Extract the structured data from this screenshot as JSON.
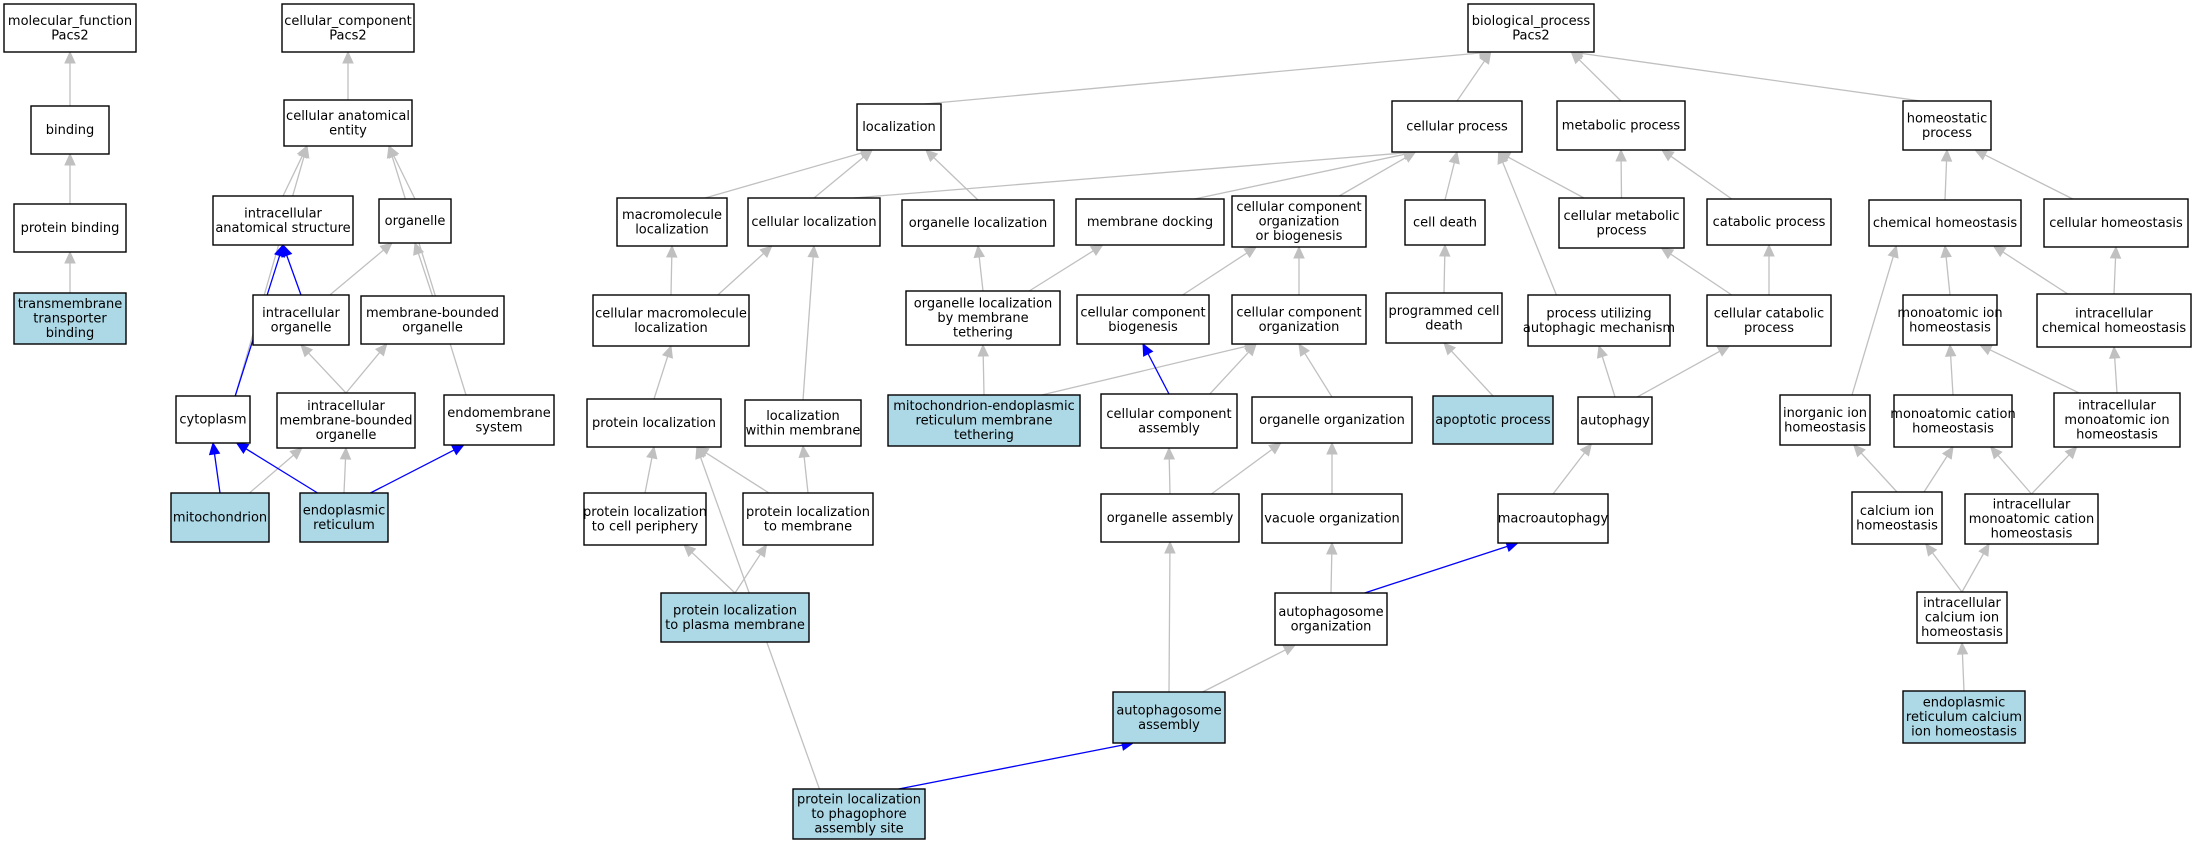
{
  "colors": {
    "node_fill": "#ffffff",
    "highlight_fill": "#add8e6",
    "node_border": "#000000",
    "edge_default": "#c0c0c0",
    "edge_highlight": "#0000ff"
  },
  "nodes": [
    {
      "id": "mf",
      "lines": [
        "molecular_function",
        "Pacs2"
      ],
      "highlight": false
    },
    {
      "id": "binding",
      "lines": [
        "binding"
      ],
      "highlight": false
    },
    {
      "id": "protbind",
      "lines": [
        "protein binding"
      ],
      "highlight": false
    },
    {
      "id": "tmtb",
      "lines": [
        "transmembrane",
        "transporter",
        "binding"
      ],
      "highlight": true
    },
    {
      "id": "cc",
      "lines": [
        "cellular_component",
        "Pacs2"
      ],
      "highlight": false
    },
    {
      "id": "cae",
      "lines": [
        "cellular anatomical",
        "entity"
      ],
      "highlight": false
    },
    {
      "id": "ias",
      "lines": [
        "intracellular",
        "anatomical structure"
      ],
      "highlight": false
    },
    {
      "id": "organelle",
      "lines": [
        "organelle"
      ],
      "highlight": false
    },
    {
      "id": "io",
      "lines": [
        "intracellular",
        "organelle"
      ],
      "highlight": false
    },
    {
      "id": "mbo",
      "lines": [
        "membrane-bounded",
        "organelle"
      ],
      "highlight": false
    },
    {
      "id": "cytoplasm",
      "lines": [
        "cytoplasm"
      ],
      "highlight": false
    },
    {
      "id": "imbo",
      "lines": [
        "intracellular",
        "membrane-bounded",
        "organelle"
      ],
      "highlight": false
    },
    {
      "id": "endosys",
      "lines": [
        "endomembrane",
        "system"
      ],
      "highlight": false
    },
    {
      "id": "mito",
      "lines": [
        "mitochondrion"
      ],
      "highlight": true
    },
    {
      "id": "er",
      "lines": [
        "endoplasmic",
        "reticulum"
      ],
      "highlight": true
    },
    {
      "id": "bp",
      "lines": [
        "biological_process",
        "Pacs2"
      ],
      "highlight": false
    },
    {
      "id": "loc",
      "lines": [
        "localization"
      ],
      "highlight": false
    },
    {
      "id": "cp",
      "lines": [
        "cellular process"
      ],
      "highlight": false
    },
    {
      "id": "mp",
      "lines": [
        "metabolic process"
      ],
      "highlight": false
    },
    {
      "id": "hp",
      "lines": [
        "homeostatic",
        "process"
      ],
      "highlight": false
    },
    {
      "id": "mml",
      "lines": [
        "macromolecule",
        "localization"
      ],
      "highlight": false
    },
    {
      "id": "cl",
      "lines": [
        "cellular localization"
      ],
      "highlight": false
    },
    {
      "id": "ol",
      "lines": [
        "organelle localization"
      ],
      "highlight": false
    },
    {
      "id": "md",
      "lines": [
        "membrane docking"
      ],
      "highlight": false
    },
    {
      "id": "ccob",
      "lines": [
        "cellular component",
        "organization",
        "or biogenesis"
      ],
      "highlight": false
    },
    {
      "id": "cd",
      "lines": [
        "cell death"
      ],
      "highlight": false
    },
    {
      "id": "cmp",
      "lines": [
        "cellular metabolic",
        "process"
      ],
      "highlight": false
    },
    {
      "id": "catp",
      "lines": [
        "catabolic process"
      ],
      "highlight": false
    },
    {
      "id": "chemh",
      "lines": [
        "chemical homeostasis"
      ],
      "highlight": false
    },
    {
      "id": "cellh",
      "lines": [
        "cellular homeostasis"
      ],
      "highlight": false
    },
    {
      "id": "cml",
      "lines": [
        "cellular macromolecule",
        "localization"
      ],
      "highlight": false
    },
    {
      "id": "olmt",
      "lines": [
        "organelle localization",
        "by membrane",
        "tethering"
      ],
      "highlight": false
    },
    {
      "id": "ccb",
      "lines": [
        "cellular component",
        "biogenesis"
      ],
      "highlight": false
    },
    {
      "id": "cco",
      "lines": [
        "cellular component",
        "organization"
      ],
      "highlight": false
    },
    {
      "id": "pcd",
      "lines": [
        "programmed cell",
        "death"
      ],
      "highlight": false
    },
    {
      "id": "puam",
      "lines": [
        "process utilizing",
        "autophagic mechanism"
      ],
      "highlight": false
    },
    {
      "id": "ccp",
      "lines": [
        "cellular catabolic",
        "process"
      ],
      "highlight": false
    },
    {
      "id": "mih",
      "lines": [
        "monoatomic ion",
        "homeostasis"
      ],
      "highlight": false
    },
    {
      "id": "ich",
      "lines": [
        "intracellular",
        "chemical homeostasis"
      ],
      "highlight": false
    },
    {
      "id": "pl",
      "lines": [
        "protein localization"
      ],
      "highlight": false
    },
    {
      "id": "lwm",
      "lines": [
        "localization",
        "within membrane"
      ],
      "highlight": false
    },
    {
      "id": "merm",
      "lines": [
        "mitochondrion-endoplasmic",
        "reticulum membrane",
        "tethering"
      ],
      "highlight": true
    },
    {
      "id": "cca",
      "lines": [
        "cellular component",
        "assembly"
      ],
      "highlight": false
    },
    {
      "id": "oo",
      "lines": [
        "organelle organization"
      ],
      "highlight": false
    },
    {
      "id": "ap",
      "lines": [
        "apoptotic process"
      ],
      "highlight": true
    },
    {
      "id": "autophagy",
      "lines": [
        "autophagy"
      ],
      "highlight": false
    },
    {
      "id": "inih",
      "lines": [
        "inorganic ion",
        "homeostasis"
      ],
      "highlight": false
    },
    {
      "id": "mch",
      "lines": [
        "monoatomic cation",
        "homeostasis"
      ],
      "highlight": false
    },
    {
      "id": "imih",
      "lines": [
        "intracellular",
        "monoatomic ion",
        "homeostasis"
      ],
      "highlight": false
    },
    {
      "id": "plcp",
      "lines": [
        "protein localization",
        "to cell periphery"
      ],
      "highlight": false
    },
    {
      "id": "pltm",
      "lines": [
        "protein localization",
        "to membrane"
      ],
      "highlight": false
    },
    {
      "id": "oa",
      "lines": [
        "organelle assembly"
      ],
      "highlight": false
    },
    {
      "id": "vo",
      "lines": [
        "vacuole organization"
      ],
      "highlight": false
    },
    {
      "id": "macro",
      "lines": [
        "macroautophagy"
      ],
      "highlight": false
    },
    {
      "id": "cih",
      "lines": [
        "calcium ion",
        "homeostasis"
      ],
      "highlight": false
    },
    {
      "id": "imch",
      "lines": [
        "intracellular",
        "monoatomic cation",
        "homeostasis"
      ],
      "highlight": false
    },
    {
      "id": "plpm",
      "lines": [
        "protein localization",
        "to plasma membrane"
      ],
      "highlight": true
    },
    {
      "id": "ao",
      "lines": [
        "autophagosome",
        "organization"
      ],
      "highlight": false
    },
    {
      "id": "icih",
      "lines": [
        "intracellular",
        "calcium ion",
        "homeostasis"
      ],
      "highlight": false
    },
    {
      "id": "aa",
      "lines": [
        "autophagosome",
        "assembly"
      ],
      "highlight": true
    },
    {
      "id": "ercih",
      "lines": [
        "endoplasmic",
        "reticulum calcium",
        "ion homeostasis"
      ],
      "highlight": true
    },
    {
      "id": "plpas",
      "lines": [
        "protein localization",
        "to phagophore",
        "assembly site"
      ],
      "highlight": true
    }
  ],
  "edges": [
    {
      "from": "binding",
      "to": "mf",
      "highlight": false
    },
    {
      "from": "protbind",
      "to": "binding",
      "highlight": false
    },
    {
      "from": "tmtb",
      "to": "protbind",
      "highlight": false
    },
    {
      "from": "cae",
      "to": "cc",
      "highlight": false
    },
    {
      "from": "ias",
      "to": "cae",
      "highlight": false
    },
    {
      "from": "organelle",
      "to": "cae",
      "highlight": false
    },
    {
      "from": "cytoplasm",
      "to": "cae",
      "highlight": false
    },
    {
      "from": "endosys",
      "to": "cae",
      "highlight": false
    },
    {
      "from": "io",
      "to": "ias",
      "highlight": true
    },
    {
      "from": "io",
      "to": "organelle",
      "highlight": false
    },
    {
      "from": "mbo",
      "to": "organelle",
      "highlight": false
    },
    {
      "from": "cytoplasm",
      "to": "ias",
      "highlight": true
    },
    {
      "from": "imbo",
      "to": "io",
      "highlight": false
    },
    {
      "from": "imbo",
      "to": "mbo",
      "highlight": false
    },
    {
      "from": "mito",
      "to": "cytoplasm",
      "highlight": true
    },
    {
      "from": "mito",
      "to": "imbo",
      "highlight": false
    },
    {
      "from": "er",
      "to": "cytoplasm",
      "highlight": true
    },
    {
      "from": "er",
      "to": "imbo",
      "highlight": false
    },
    {
      "from": "er",
      "to": "endosys",
      "highlight": true
    },
    {
      "from": "loc",
      "to": "bp",
      "highlight": false
    },
    {
      "from": "cp",
      "to": "bp",
      "highlight": false
    },
    {
      "from": "mp",
      "to": "bp",
      "highlight": false
    },
    {
      "from": "hp",
      "to": "bp",
      "highlight": false
    },
    {
      "from": "mml",
      "to": "loc",
      "highlight": false
    },
    {
      "from": "cl",
      "to": "loc",
      "highlight": false
    },
    {
      "from": "ol",
      "to": "loc",
      "highlight": false
    },
    {
      "from": "cl",
      "to": "cp",
      "highlight": false
    },
    {
      "from": "md",
      "to": "cp",
      "highlight": false
    },
    {
      "from": "ccob",
      "to": "cp",
      "highlight": false
    },
    {
      "from": "cd",
      "to": "cp",
      "highlight": false
    },
    {
      "from": "puam",
      "to": "cp",
      "highlight": false
    },
    {
      "from": "cmp",
      "to": "cp",
      "highlight": false
    },
    {
      "from": "cmp",
      "to": "mp",
      "highlight": false
    },
    {
      "from": "catp",
      "to": "mp",
      "highlight": false
    },
    {
      "from": "chemh",
      "to": "hp",
      "highlight": false
    },
    {
      "from": "cellh",
      "to": "hp",
      "highlight": false
    },
    {
      "from": "cml",
      "to": "mml",
      "highlight": false
    },
    {
      "from": "cml",
      "to": "cl",
      "highlight": false
    },
    {
      "from": "olmt",
      "to": "ol",
      "highlight": false
    },
    {
      "from": "olmt",
      "to": "md",
      "highlight": false
    },
    {
      "from": "ccb",
      "to": "ccob",
      "highlight": false
    },
    {
      "from": "cco",
      "to": "ccob",
      "highlight": false
    },
    {
      "from": "pcd",
      "to": "cd",
      "highlight": false
    },
    {
      "from": "ccp",
      "to": "cmp",
      "highlight": false
    },
    {
      "from": "ccp",
      "to": "catp",
      "highlight": false
    },
    {
      "from": "mih",
      "to": "chemh",
      "highlight": false
    },
    {
      "from": "ich",
      "to": "chemh",
      "highlight": false
    },
    {
      "from": "ich",
      "to": "cellh",
      "highlight": false
    },
    {
      "from": "pl",
      "to": "cml",
      "highlight": false
    },
    {
      "from": "lwm",
      "to": "cl",
      "highlight": false
    },
    {
      "from": "merm",
      "to": "olmt",
      "highlight": false
    },
    {
      "from": "merm",
      "to": "cco",
      "highlight": false
    },
    {
      "from": "cca",
      "to": "ccb",
      "highlight": true
    },
    {
      "from": "cca",
      "to": "cco",
      "highlight": false
    },
    {
      "from": "oo",
      "to": "cco",
      "highlight": false
    },
    {
      "from": "ap",
      "to": "pcd",
      "highlight": false
    },
    {
      "from": "autophagy",
      "to": "puam",
      "highlight": false
    },
    {
      "from": "autophagy",
      "to": "ccp",
      "highlight": false
    },
    {
      "from": "inih",
      "to": "chemh",
      "highlight": false
    },
    {
      "from": "mch",
      "to": "mih",
      "highlight": false
    },
    {
      "from": "imih",
      "to": "mih",
      "highlight": false
    },
    {
      "from": "imih",
      "to": "ich",
      "highlight": false
    },
    {
      "from": "plcp",
      "to": "pl",
      "highlight": false
    },
    {
      "from": "pltm",
      "to": "pl",
      "highlight": false
    },
    {
      "from": "pltm",
      "to": "lwm",
      "highlight": false
    },
    {
      "from": "oa",
      "to": "cca",
      "highlight": false
    },
    {
      "from": "oa",
      "to": "oo",
      "highlight": false
    },
    {
      "from": "vo",
      "to": "oo",
      "highlight": false
    },
    {
      "from": "macro",
      "to": "autophagy",
      "highlight": false
    },
    {
      "from": "cih",
      "to": "inih",
      "highlight": false
    },
    {
      "from": "cih",
      "to": "mch",
      "highlight": false
    },
    {
      "from": "imch",
      "to": "mch",
      "highlight": false
    },
    {
      "from": "imch",
      "to": "imih",
      "highlight": false
    },
    {
      "from": "plpm",
      "to": "plcp",
      "highlight": false
    },
    {
      "from": "plpm",
      "to": "pltm",
      "highlight": false
    },
    {
      "from": "ao",
      "to": "vo",
      "highlight": false
    },
    {
      "from": "ao",
      "to": "macro",
      "highlight": true
    },
    {
      "from": "icih",
      "to": "cih",
      "highlight": false
    },
    {
      "from": "icih",
      "to": "imch",
      "highlight": false
    },
    {
      "from": "aa",
      "to": "oa",
      "highlight": false
    },
    {
      "from": "aa",
      "to": "ao",
      "highlight": false
    },
    {
      "from": "ercih",
      "to": "icih",
      "highlight": false
    },
    {
      "from": "plpas",
      "to": "pl",
      "highlight": false
    },
    {
      "from": "plpas",
      "to": "aa",
      "highlight": true
    }
  ]
}
